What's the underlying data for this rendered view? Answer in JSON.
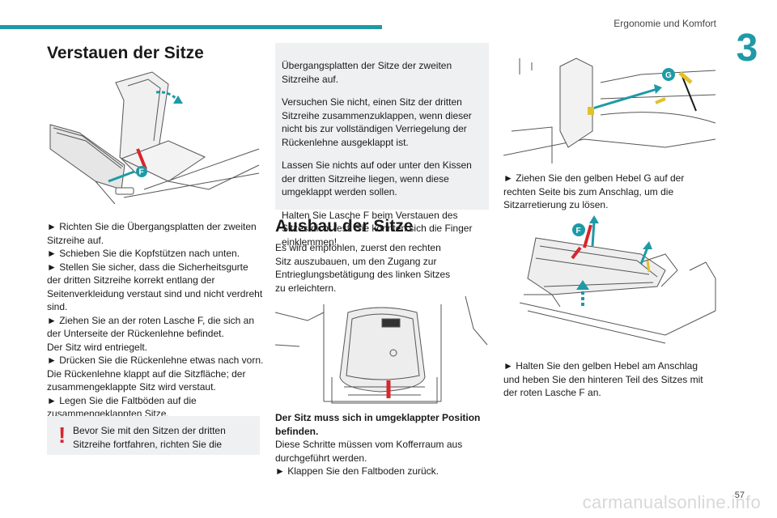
{
  "header": {
    "section_title": "Ergonomie und Komfort",
    "chapter_number": "3"
  },
  "col1": {
    "heading": "Verstauen der Sitze",
    "callout": "F",
    "steps": [
      "► Richten Sie die Übergangsplatten der zweiten Sitzreihe auf.",
      "► Schieben Sie die Kopfstützen nach unten.",
      "► Stellen Sie sicher, dass die Sicherheitsgurte der dritten Sitzreihe korrekt entlang der Seitenverkleidung verstaut sind und nicht verdreht sind.",
      "► Ziehen Sie an der roten Lasche F, die sich an der Unterseite der Rückenlehne befindet.",
      "Der Sitz wird entriegelt.",
      "► Drücken Sie die Rückenlehne etwas nach vorn.",
      "Die Rückenlehne klappt auf die Sitzfläche; der zusammengeklappte Sitz wird verstaut.",
      "► Legen Sie die Faltböden auf die zusammengeklappten Sitze."
    ],
    "warning_icon": "!",
    "warning_text": "Bevor Sie mit den Sitzen der dritten Sitzreihe fortfahren, richten Sie die"
  },
  "col2": {
    "box_lines": [
      "Übergangsplatten der Sitze der zweiten Sitzreihe auf.",
      "Versuchen Sie nicht, einen Sitz der dritten Sitzreihe zusammenzuklappen, wenn dieser nicht bis zur vollständigen Verriegelung der Rückenlehne ausgeklappt ist.",
      "Lassen Sie nichts auf oder unter den Kissen der dritten Sitzreihe liegen, wenn diese umgeklappt werden sollen.",
      "Halten Sie Lasche F beim Verstauen des Sitzes nicht fest. Sie könnten sich die Finger einklemmen!"
    ],
    "heading": "Ausbau der Sitze",
    "intro": "Es wird empfohlen, zuerst den rechten Sitz auszubauen, um den Zugang zur Entrieglungsbetätigung des linken Sitzes zu erleichtern.",
    "bold_note": "Der Sitz muss sich in umgeklappter Position befinden.",
    "note": "Diese Schritte müssen vom Kofferraum aus durchgeführt werden.",
    "step": "► Klappen Sie den Faltboden zurück."
  },
  "col3": {
    "callout_g": "G",
    "callout_f": "F",
    "step1": "► Ziehen Sie den gelben Hebel G auf der rechten Seite bis zum Anschlag, um die Sitzarretierung zu lösen.",
    "step2": "► Halten Sie den gelben Hebel am Anschlag und heben Sie den hinteren Teil des Sitzes mit der roten Lasche F an."
  },
  "footer": {
    "page_number": "57",
    "watermark": "carmanualsonline.info"
  },
  "colors": {
    "accent": "#1e9aa6",
    "warning": "#d8262c",
    "box_bg": "#eef0f2"
  }
}
